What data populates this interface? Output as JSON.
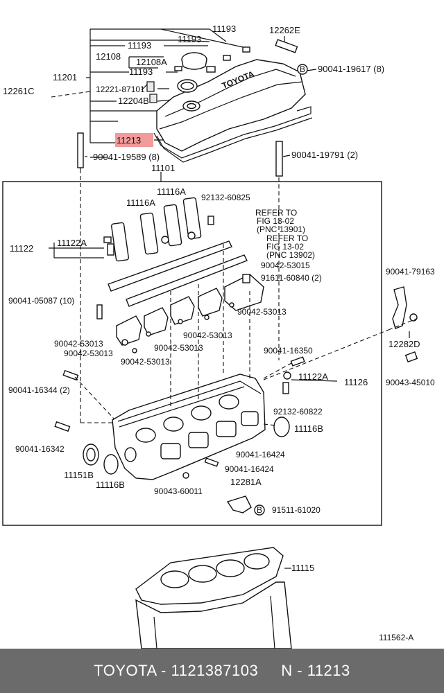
{
  "labels": {
    "p11193_a": "11193",
    "p11193_b": "11193",
    "p11193_c": "11193",
    "p11193_d": "11193",
    "p12262E": "12262E",
    "p12108": "12108",
    "p12108A": "12108A",
    "p11201": "11201",
    "p12261C": "12261C",
    "p12221": "12221-87101",
    "p12204B": "12204B",
    "p11213": "11213",
    "p90041_19617": "90041-19617 (8)",
    "p90041_19589": "90041-19589 (8)",
    "p90041_19791": "90041-19791 (2)",
    "p11101": "11101",
    "p11116A_a": "11116A",
    "p11116A_b": "11116A",
    "p92132_60825": "92132-60825",
    "refer1_a": "REFER TO",
    "refer1_b": "FIG 13-02",
    "refer1_c": "(PNC 13901)",
    "refer2_a": "REFER TO",
    "refer2_b": "FIG 13-02",
    "refer2_c": "(PNC 13902)",
    "p11122": "11122",
    "p11122A_a": "11122A",
    "p90042_53015": "90042-53015",
    "p91611_60840": "91611-60840 (2)",
    "p90041_05087": "90041-05087 (10)",
    "p90042_53013_a": "90042-53013",
    "p90042_53013_b": "90042-53013",
    "p90042_53013_c": "90042-53013",
    "p90042_53013_d": "90042-53013",
    "p90042_53013_e": "90042-53013",
    "p90042_53013_f": "90042-53013",
    "p90041_79163": "90041-79163",
    "p12282D": "12282D",
    "p90043_45010": "90043-45010",
    "p90041_16350": "90041-16350",
    "p11122A_b": "11122A",
    "p11126": "11126",
    "p90041_16344": "90041-16344 (2)",
    "p92132_60822": "92132-60822",
    "p11116B_a": "11116B",
    "p90041_16342": "90041-16342",
    "p90041_16424_a": "90041-16424",
    "p90041_16424_b": "90041-16424",
    "p11151B": "11151B",
    "p11116B_b": "11116B",
    "p90043_60011": "90043-60011",
    "p12281A": "12281A",
    "p91511_61020": "91511-61020",
    "p11115": "11115",
    "fig_no": "111562-A",
    "circle_b": "B"
  },
  "highlight_color": "#f39a9a",
  "footer": {
    "text": "TOYOTA - 1121387103     N - 11213",
    "background": "#6b6b6b"
  }
}
